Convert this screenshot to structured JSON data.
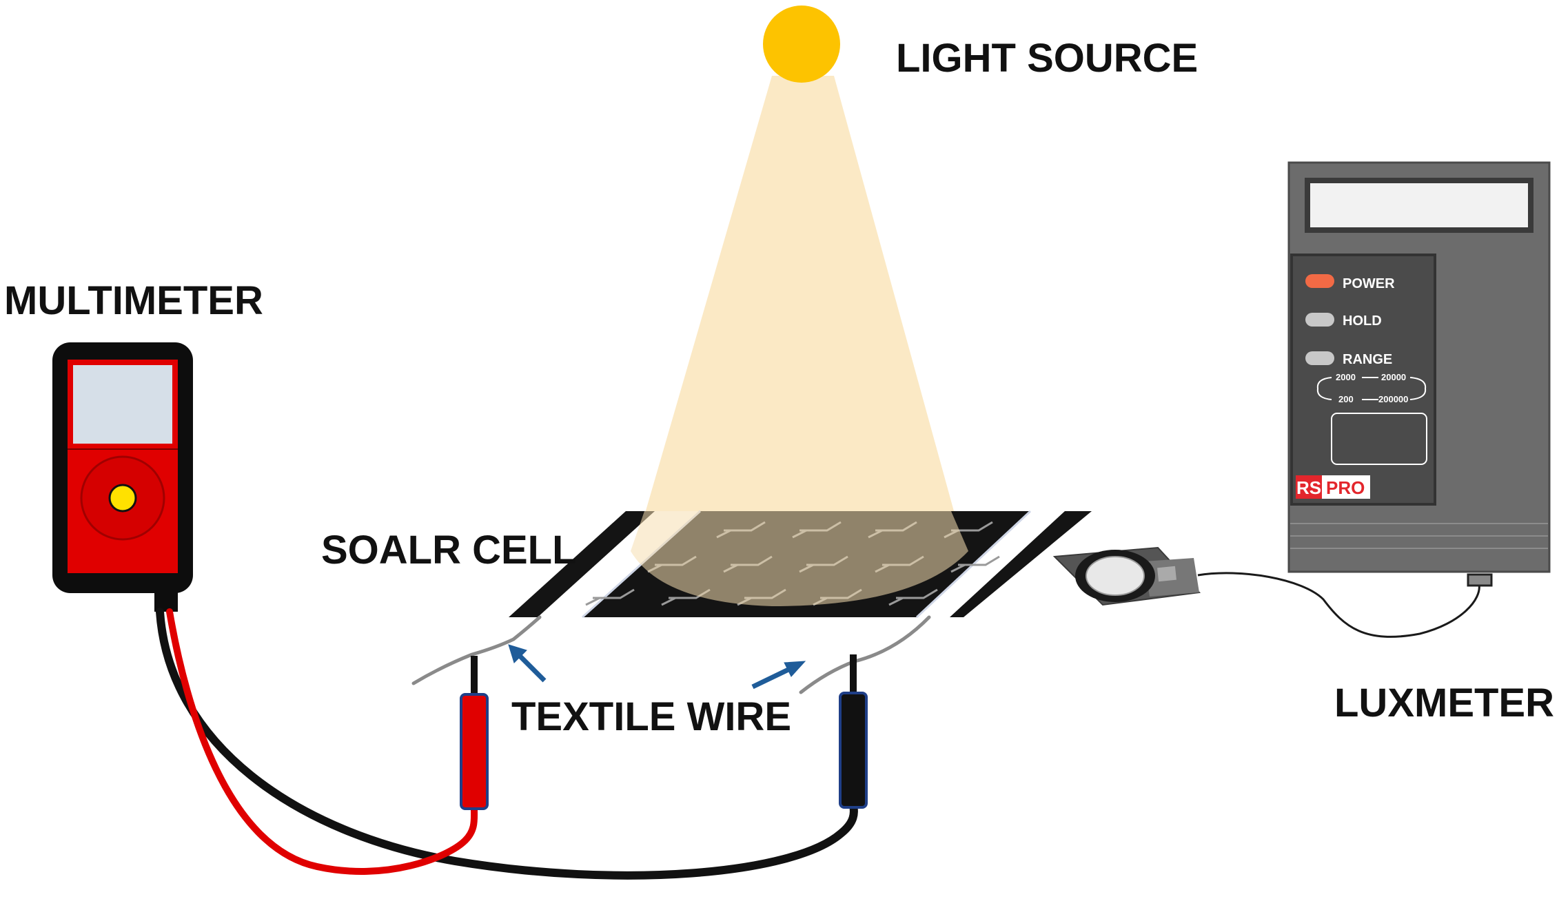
{
  "labels": {
    "light_source": "LIGHT SOURCE",
    "multimeter": "MULTIMETER",
    "solar_cell": "SOALR CELL",
    "textile_wire": "TEXTILE WIRE",
    "luxmeter": "LUXMETER"
  },
  "luxmeter_panel": {
    "power": "POWER",
    "hold": "HOLD",
    "range": "RANGE",
    "range_values": [
      "2000",
      "20000",
      "200",
      "200000"
    ],
    "brand_rs": "RS",
    "brand_pro": "PRO"
  },
  "colors": {
    "sun": "#FDC300",
    "light_beam": "#FBE7BF",
    "multimeter_body": "#E00000",
    "multimeter_screen": "#D6DFE8",
    "luxmeter_body": "#6C6C6C",
    "power_led": "#F26A45",
    "red_lead": "#E00000",
    "black_lead": "#111111",
    "arrow": "#1F5C99",
    "brand_red": "#E3262C"
  }
}
